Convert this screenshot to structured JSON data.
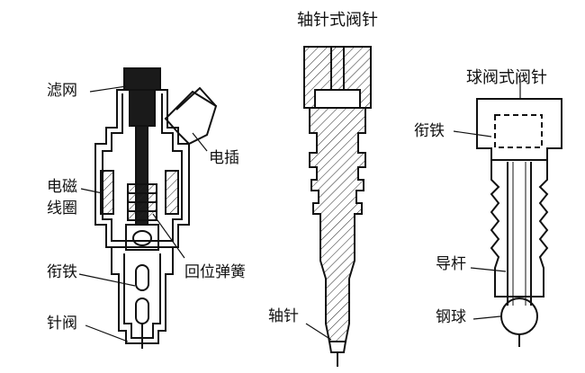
{
  "injector": {
    "filter_label": "滤网",
    "connector_label": "电插",
    "coil_label_line1": "电磁",
    "coil_label_line2": "线圈",
    "armature_label": "衔铁",
    "spring_label": "回位弹簧",
    "needle_valve_label": "针阀"
  },
  "axial_needle": {
    "title": "轴针式阀针",
    "pin_label": "轴针"
  },
  "ball_valve": {
    "title": "球阀式阀针",
    "armature_label": "衔铁",
    "guide_rod_label": "导杆",
    "steel_ball_label": "钢球"
  }
}
